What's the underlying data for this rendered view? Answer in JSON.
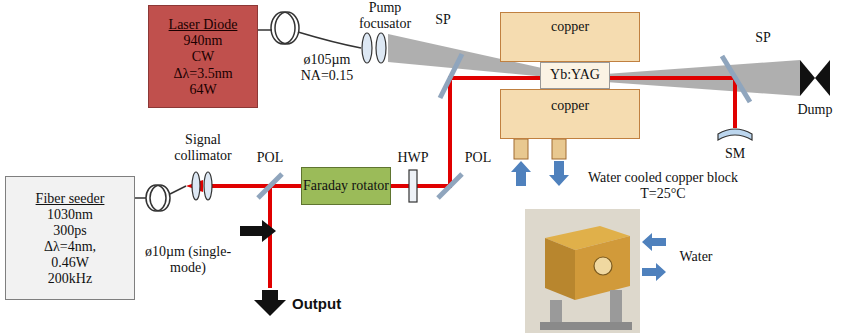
{
  "diagram": {
    "nodes": [
      {
        "text": [
          "Laser Diode",
          "940nm",
          "CW",
          "Δλ=3.5nm",
          "64W"
        ]
      },
      {
        "text": [
          "copper"
        ]
      },
      {
        "text": [
          "Yb:YAG"
        ]
      },
      {
        "text": [
          "copper"
        ]
      },
      {
        "text": [
          "Fiber seeder",
          "1030nm",
          "300ps",
          "Δλ=4nm,",
          "0.46W",
          "200kHz"
        ]
      },
      {
        "text": [
          "Faraday rotator"
        ]
      }
    ],
    "labels": [
      "Pump focusator",
      "SP",
      "ø105µm NA=0.15",
      "SP",
      "Dump",
      "SM",
      "Water cooled copper block T=25°C",
      "Signal collimator",
      "POL",
      "HWP",
      "POL",
      "ø10µm (single-mode)",
      "Output",
      "Water"
    ]
  }
}
